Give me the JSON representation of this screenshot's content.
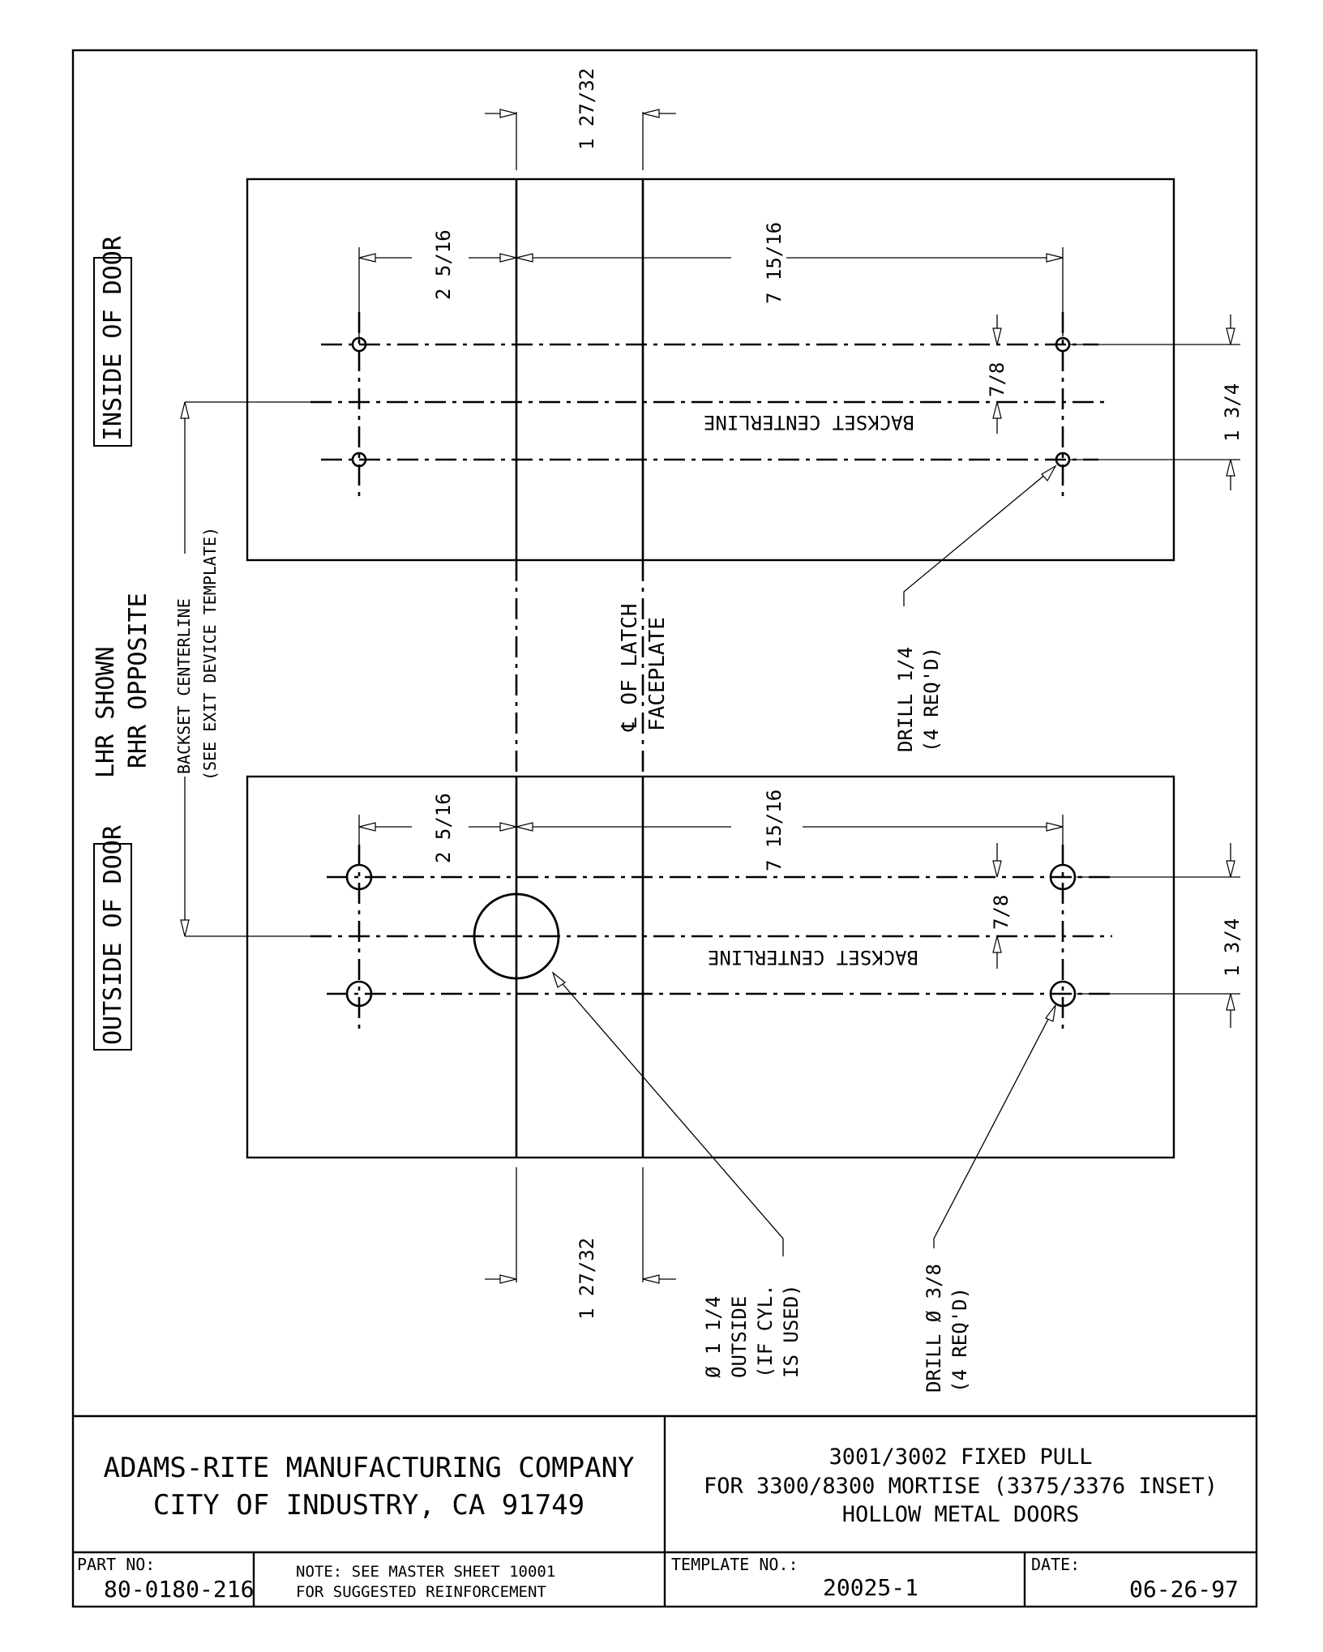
{
  "drawing": {
    "top_dims": {
      "latch_spacing": "1 27/32"
    },
    "bottom_dims": {
      "latch_spacing": "1 27/32"
    },
    "inside_panel": {
      "backset_left": "2 5/16",
      "backset_right": "7 15/16",
      "hole_spacing_half": "7/8",
      "hole_spacing_total": "1 3/4",
      "centerline_label": "BACKSET CENTERLINE",
      "drill_note": [
        "DRILL 1/4",
        "(4 REQ'D)"
      ]
    },
    "outside_panel": {
      "backset_left": "2 5/16",
      "backset_right": "7 15/16",
      "hole_spacing_half": "7/8",
      "hole_spacing_total": "1 3/4",
      "centerline_label": "BACKSET CENTERLINE",
      "drill_note": [
        "DRILL Ø 3/8",
        "(4 REQ'D)"
      ],
      "cylinder_note": [
        "Ø 1 1/4",
        "OUTSIDE",
        "(IF CYL.",
        "IS USED)"
      ]
    },
    "side_labels": {
      "inside": "INSIDE OF DOOR",
      "outside": "OUTSIDE OF DOOR",
      "hand": [
        "LHR SHOWN",
        "RHR OPPOSITE"
      ],
      "backset_ref": [
        "BACKSET CENTERLINE",
        "(SEE EXIT DEVICE TEMPLATE)"
      ],
      "latch": [
        "℄ OF LATCH",
        "FACEPLATE"
      ]
    }
  },
  "title_block": {
    "company": [
      "ADAMS-RITE MANUFACTURING COMPANY",
      "CITY OF INDUSTRY, CA  91749"
    ],
    "title": [
      "3001/3002 FIXED PULL",
      "FOR 3300/8300 MORTISE (3375/3376 INSET)",
      "HOLLOW METAL DOORS"
    ],
    "part_no_label": "PART NO:",
    "part_no": "80-0180-216",
    "note": [
      "NOTE: SEE MASTER SHEET 10001",
      "FOR SUGGESTED REINFORCEMENT"
    ],
    "template_no_label": "TEMPLATE NO.:",
    "template_no": "20025-1",
    "date_label": "DATE:",
    "date": "06-26-97"
  }
}
